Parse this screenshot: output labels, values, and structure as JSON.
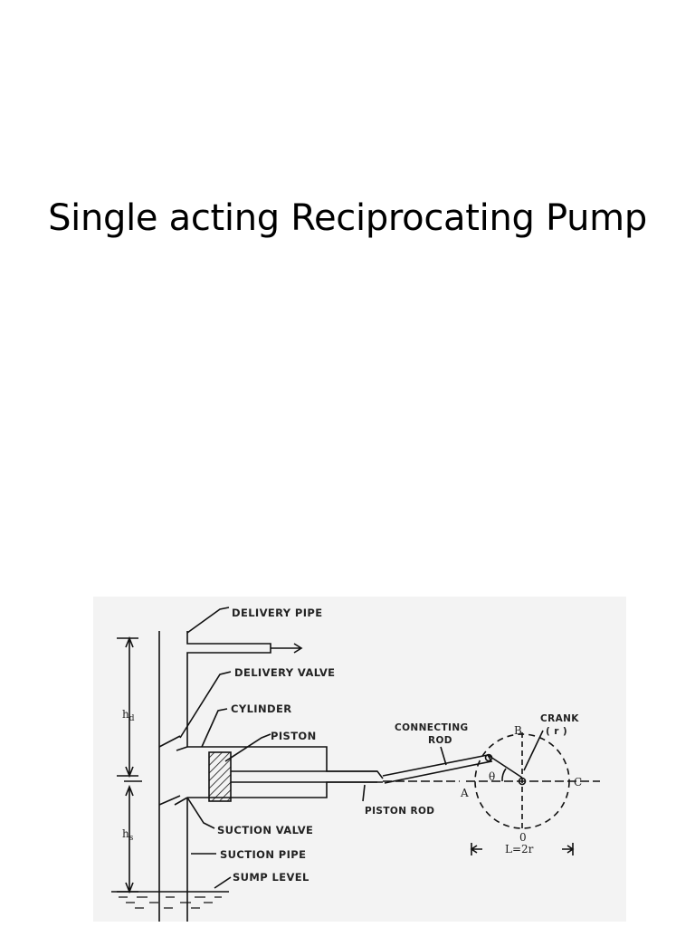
{
  "slide": {
    "title": "Single acting Reciprocating Pump"
  },
  "diagram": {
    "labels": {
      "delivery_pipe": "DELIVERY PIPE",
      "delivery_valve": "DELIVERY VALVE",
      "cylinder": "CYLINDER",
      "piston": "PISTON",
      "connecting_rod_1": "CONNECTING",
      "connecting_rod_2": "ROD",
      "crank_1": "CRANK",
      "crank_2": "( r )",
      "piston_rod": "PISTON ROD",
      "suction_valve": "SUCTION VALVE",
      "suction_pipe": "SUCTION PIPE",
      "sump_level": "SUMP LEVEL",
      "point_a": "A",
      "point_b": "B",
      "point_c": "C",
      "point_o": "0",
      "theta": "θ",
      "hd": "h",
      "hd_sub": "d",
      "hs": "h",
      "hs_sub": "s",
      "stroke": "L=2r"
    },
    "colors": {
      "line": "#111111",
      "background": "#f3f3f3"
    }
  }
}
